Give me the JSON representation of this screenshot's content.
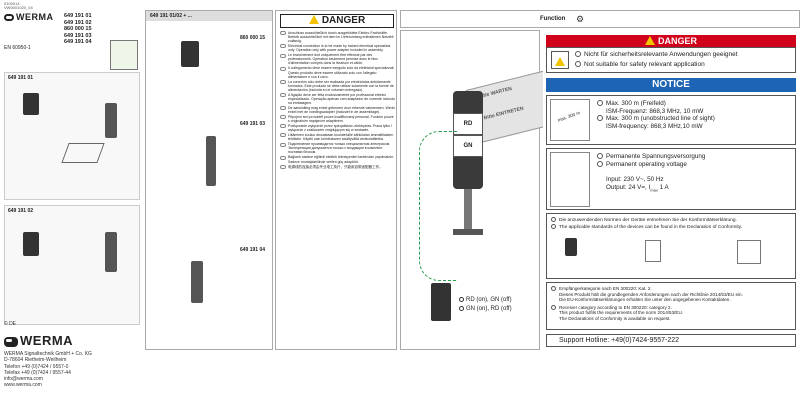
{
  "corner": {
    "code1": "0100014",
    "code2": "VW0001020_04"
  },
  "logo": {
    "text": "WERMA"
  },
  "part_numbers": [
    "649 191 01",
    "649 191 02",
    "860 000 15",
    "649 191 03",
    "649 191 04"
  ],
  "en_std": "EN 60950-1",
  "product_labels": {
    "p1": "649 191 01",
    "p2": "649 191 02",
    "mid_header": "649 191 01/02 + ...",
    "p860": "860 000 15",
    "p03": "649 191 03",
    "p04": "649 191 04"
  },
  "copyright": "© DE",
  "company": {
    "name": "WERMA Signaltechnik GmbH + Co. KG",
    "address": "D-78604 Rietheim-Weilheim",
    "tel": "Telefon +49 (0)7424 / 9557-0",
    "fax": "Telefax +49 (0)7424 / 9557-44",
    "email": "info@werma.com",
    "web": "www.werma.com"
  },
  "danger_panel": {
    "title": "DANGER",
    "items": [
      "Anschluss ausschließlich durch ausgebildete Elektro-Fachkräfte. Betrieb ausschließlich mit dem im Lieferumfang enthaltenen Netzteil zulässig.",
      "Electrical connection is to be made by trained electrical specialists only. Operation only with power adapter included in assembly.",
      "Le branchement doit uniquement être effectué par des professionnels. Opération seulement permise avec le bloc d'alimentation compris dans la livraison et câble.",
      "Il collegamento deve essere eseguito solo da elettricisti specializzati. Questo prodotto deve essere utilizzato solo con l'allegato alimentatore e con il cavo.",
      "La conexión sólo debe ser realizada por electricistas debidamente formados. Este producto se debe utilizar solamente con la fuente de alimentación (incluida en el volumen entregado).",
      "A ligação deve ser feita exclusivamente por profissional elétrico especializado. Operação apenas com adaptador de corrente incluído na embalagem.",
      "De aansluiting mag enkel gebeuren door erkende vakmensen. Werkt enkel met de voedingsadapter (inclusief in de assemblage).",
      "Připojení smí provádět pouze kvalifikovaný personál. Funkční pouze s originálním napájecím adaptérem.",
      "Podłączanie wyłącznie przez specjalistów–elektryków. Praca tylko i wyłącznie z zasilaczem znajdującym się w zestawie.",
      "Liitäminen kuuluu ainoastaan koulutetuille sähköalan ammattilaisten tehtäviin. Käyttö vain toimitukseen sisältyvällä verkkolaitteella.",
      "Подключение производится только специалистом-электриком. Эксплуатация допускается только с входящим в комплект поставки блоком.",
      "Bağlantı sadece eğitimli elektrik teknisyenleri tarafından yapılmalıdır. Sadece montajdahilinde verilen güç adaptörü.",
      "电源线的连接必须由专业电工执行，只能用自带适配器工作。"
    ]
  },
  "function_panel": {
    "title": "Function",
    "sign_text1": "Bitte WARTEN",
    "sign_text2": "Bitte EINTRETEN",
    "rd": "RD",
    "gn": "GN",
    "legend1": "RD (on), GN (off)",
    "legend2": "GN (on), RD (off)"
  },
  "right_panel": {
    "danger_title": "DANGER",
    "danger_de": "Nicht für sicherheitsrelevante Anwendungen geeignet",
    "danger_en": "Not suitable for safety relevant application",
    "notice_title": "NOTICE",
    "range_de": "Max. 300 m (Freifeld)",
    "freq_de": "ISM-Frequenz: 868,3 MHz, 10 mW",
    "range_en": "Max. 300 m (unobstructed line of sight)",
    "freq_en": "ISM-frequency: 868,3 MHz,10 mW",
    "range_label": "max. 300 m",
    "power_de": "Permanente Spannungsversorgung",
    "power_en": "Permanent operating voltage",
    "input": "Input: 230 V~, 50 Hz",
    "output": "Output: 24 V=, I",
    "output_sub": "max",
    "output_end": " 1 A",
    "norms_de": "Die anzuwendenden Normen der Geräte entnehmen Sie der Konformitätserklärung.",
    "norms_en": "The applicable standards of the devices can be found in the Declaration of Conformity.",
    "cat_de1": "Empfängerkategorie nach EN 300220: Kat. 2.",
    "cat_de2": "Dieses Produkt hält die grundlegenden Anforderungen nach der Richtlinie 2014/53/EU ein.",
    "cat_de3": "Die EU-Konformitätserklärungen erhalten Sie unter den angegebenen Kontaktdaten.",
    "cat_en1": "Receiver category according to EN 300220: category 2.",
    "cat_en2": "This product fulfils the requirements of the norm 2014/53/EU.",
    "cat_en3": "The Declarations of Conformity is available on request.",
    "hotline": "Support Hotline: +49(0)7424-9557-222"
  },
  "colors": {
    "danger_red": "#d0021b",
    "notice_blue": "#1e64b4",
    "warn_yellow": "#f5c400",
    "green": "#2a9d4b"
  }
}
